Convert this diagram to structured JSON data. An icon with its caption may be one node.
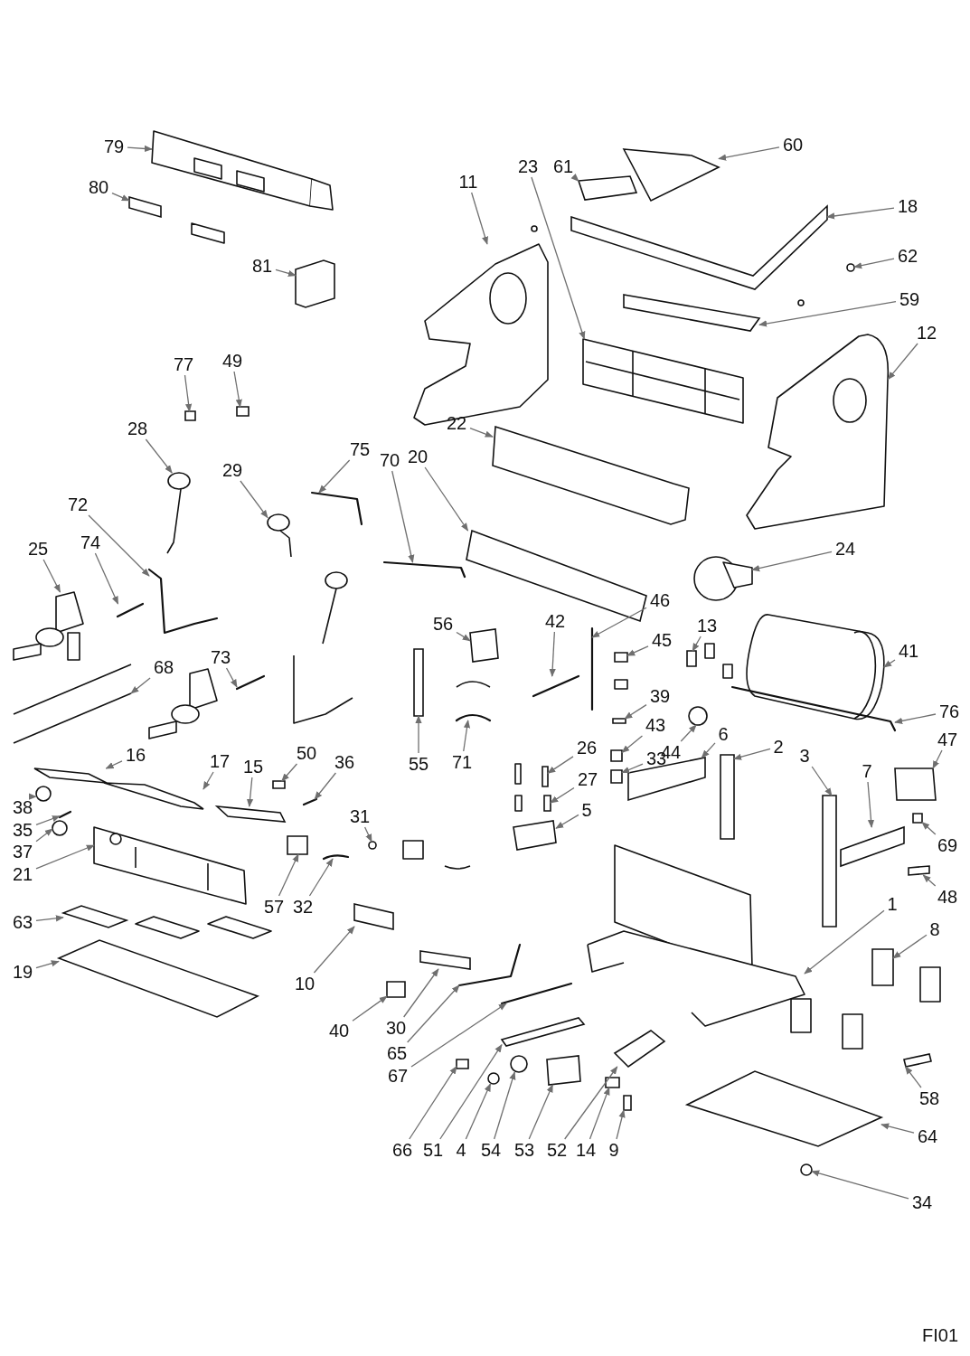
{
  "diagram": {
    "nodes": [
      {
        "text": [
          "79"
        ]
      },
      {
        "text": [
          "60"
        ]
      },
      {
        "text": [
          "23"
        ]
      },
      {
        "text": [
          "61"
        ]
      },
      {
        "text": [
          "11"
        ]
      },
      {
        "text": [
          "80"
        ]
      },
      {
        "text": [
          "18"
        ]
      },
      {
        "text": [
          "62"
        ]
      },
      {
        "text": [
          "81"
        ]
      },
      {
        "text": [
          "59"
        ]
      },
      {
        "text": [
          "12"
        ]
      },
      {
        "text": [
          "49"
        ]
      },
      {
        "text": [
          "77"
        ]
      },
      {
        "text": [
          "28"
        ]
      },
      {
        "text": [
          "22"
        ]
      },
      {
        "text": [
          "75"
        ]
      },
      {
        "text": [
          "20"
        ]
      },
      {
        "text": [
          "70"
        ]
      },
      {
        "text": [
          "29"
        ]
      },
      {
        "text": [
          "72"
        ]
      },
      {
        "text": [
          "25"
        ]
      },
      {
        "text": [
          "74"
        ]
      },
      {
        "text": [
          "24"
        ]
      },
      {
        "text": [
          "56"
        ]
      },
      {
        "text": [
          "13"
        ]
      },
      {
        "text": [
          "46"
        ]
      },
      {
        "text": [
          "42"
        ]
      },
      {
        "text": [
          "45"
        ]
      },
      {
        "text": [
          "41"
        ]
      },
      {
        "text": [
          "73"
        ]
      },
      {
        "text": [
          "68"
        ]
      },
      {
        "text": [
          "39"
        ]
      },
      {
        "text": [
          "76"
        ]
      },
      {
        "text": [
          "43"
        ]
      },
      {
        "text": [
          "16"
        ]
      },
      {
        "text": [
          "6"
        ]
      },
      {
        "text": [
          "2"
        ]
      },
      {
        "text": [
          "47"
        ]
      },
      {
        "text": [
          "44"
        ]
      },
      {
        "text": [
          "3"
        ]
      },
      {
        "text": [
          "26"
        ]
      },
      {
        "text": [
          "50"
        ]
      },
      {
        "text": [
          "33"
        ]
      },
      {
        "text": [
          "17"
        ]
      },
      {
        "text": [
          "36"
        ]
      },
      {
        "text": [
          "71"
        ]
      },
      {
        "text": [
          "55"
        ]
      },
      {
        "text": [
          "15"
        ]
      },
      {
        "text": [
          "7"
        ]
      },
      {
        "text": [
          "27"
        ]
      },
      {
        "text": [
          "38"
        ]
      },
      {
        "text": [
          "5"
        ]
      },
      {
        "text": [
          "31"
        ]
      },
      {
        "text": [
          "35"
        ]
      },
      {
        "text": [
          "69"
        ]
      },
      {
        "text": [
          "37"
        ]
      },
      {
        "text": [
          "21"
        ]
      },
      {
        "text": [
          "48"
        ]
      },
      {
        "text": [
          "1"
        ]
      },
      {
        "text": [
          "57"
        ]
      },
      {
        "text": [
          "32"
        ]
      },
      {
        "text": [
          "63"
        ]
      },
      {
        "text": [
          "8"
        ]
      },
      {
        "text": [
          "19"
        ]
      },
      {
        "text": [
          "10"
        ]
      },
      {
        "text": [
          "30"
        ]
      },
      {
        "text": [
          "40"
        ]
      },
      {
        "text": [
          "65"
        ]
      },
      {
        "text": [
          "67"
        ]
      },
      {
        "text": [
          "58"
        ]
      },
      {
        "text": [
          "64"
        ]
      },
      {
        "text": [
          "66"
        ]
      },
      {
        "text": [
          "51"
        ]
      },
      {
        "text": [
          "4"
        ]
      },
      {
        "text": [
          "54"
        ]
      },
      {
        "text": [
          "53"
        ]
      },
      {
        "text": [
          "52"
        ]
      },
      {
        "text": [
          "14"
        ]
      },
      {
        "text": [
          "9"
        ]
      },
      {
        "text": [
          "34"
        ]
      },
      {
        "text": [],
        "shape": "picture"
      },
      {
        "text": [],
        "shape": "box"
      },
      {
        "text": [],
        "shape": "picture"
      },
      {
        "text": [],
        "shape": "box"
      },
      {
        "text": [],
        "shape": "picture"
      },
      {
        "text": [],
        "shape": "box"
      },
      {
        "text": [],
        "shape": "box"
      },
      {
        "text": [],
        "shape": "circle"
      },
      {
        "text": [],
        "shape": "box"
      },
      {
        "text": [],
        "shape": "box"
      },
      {
        "text": [],
        "shape": "picture"
      },
      {
        "text": [],
        "shape": "box"
      },
      {
        "text": [],
        "shape": "box"
      },
      {
        "text": [],
        "shape": "picture"
      },
      {
        "text": [],
        "shape": "box"
      },
      {
        "text": [],
        "shape": "bar"
      },
      {
        "text": [],
        "shape": "box"
      },
      {
        "text": [],
        "shape": "bar"
      },
      {
        "text": [],
        "shape": "picture"
      },
      {
        "text": [],
        "shape": "bar"
      },
      {
        "text": [],
        "shape": "picture"
      },
      {
        "text": [],
        "shape": "bar"
      },
      {
        "text": [],
        "shape": "picture"
      },
      {
        "text": [],
        "shape": "box"
      },
      {
        "text": [],
        "shape": "box"
      },
      {
        "text": [],
        "shape": "bar"
      },
      {
        "text": [],
        "shape": "bar"
      },
      {
        "text": [],
        "shape": "box"
      },
      {
        "text": [],
        "shape": "picture"
      },
      {
        "text": [],
        "shape": "bar"
      },
      {
        "text": [],
        "shape": "picture"
      },
      {
        "text": [],
        "shape": "box"
      },
      {
        "text": [],
        "shape": "bar"
      },
      {
        "text": [],
        "shape": "box"
      },
      {
        "text": [],
        "shape": "box"
      },
      {
        "text": [],
        "shape": "box"
      },
      {
        "text": [],
        "shape": "box"
      },
      {
        "text": [],
        "shape": "box"
      },
      {
        "text": [],
        "shape": "circle"
      },
      {
        "text": [],
        "shape": "box"
      },
      {
        "text": [],
        "shape": "box"
      },
      {
        "text": [],
        "shape": "box"
      },
      {
        "text": [],
        "shape": "box"
      },
      {
        "text": [],
        "shape": "box"
      },
      {
        "text": [],
        "shape": "bar"
      },
      {
        "text": [],
        "shape": "bar"
      },
      {
        "text": [],
        "shape": "box"
      },
      {
        "text": [],
        "shape": "box"
      },
      {
        "text": [],
        "shape": "box"
      },
      {
        "text": [],
        "shape": "box"
      },
      {
        "text": [],
        "shape": "circle"
      },
      {
        "text": [],
        "shape": "box"
      },
      {
        "text": [],
        "shape": "circle"
      },
      {
        "text": [],
        "shape": "bar"
      },
      {
        "text": [],
        "shape": "box"
      },
      {
        "text": [],
        "shape": "circle"
      },
      {
        "text": [],
        "shape": "picture"
      },
      {
        "text": [],
        "shape": "box"
      },
      {
        "text": [],
        "shape": "picture"
      },
      {
        "text": [],
        "shape": "box"
      },
      {
        "text": [],
        "shape": "bar"
      },
      {
        "text": [],
        "shape": "box"
      },
      {
        "text": [],
        "shape": "box"
      },
      {
        "text": [],
        "shape": "box"
      },
      {
        "text": [],
        "shape": "box"
      },
      {
        "text": [],
        "shape": "box"
      },
      {
        "text": [],
        "shape": "box"
      },
      {
        "text": [],
        "shape": "bar"
      },
      {
        "text": [],
        "shape": "bar"
      },
      {
        "text": [],
        "shape": "box"
      },
      {
        "text": [],
        "shape": "box"
      },
      {
        "text": [],
        "shape": "box"
      },
      {
        "text": [],
        "shape": "box"
      },
      {
        "text": [],
        "shape": "circle"
      },
      {
        "text": [],
        "shape": "circle"
      },
      {
        "text": [],
        "shape": "box"
      },
      {
        "text": [],
        "shape": "box"
      },
      {
        "text": [],
        "shape": "box"
      },
      {
        "text": [],
        "shape": "box"
      },
      {
        "text": [],
        "shape": "circle"
      }
    ],
    "edges": [
      {
        "from": 0,
        "to": 80,
        "arrow": "to"
      },
      {
        "from": 1,
        "to": 81,
        "arrow": "to"
      },
      {
        "from": 2,
        "to": 82,
        "arrow": "to"
      },
      {
        "from": 3,
        "to": 83,
        "arrow": "to"
      },
      {
        "from": 4,
        "to": 84,
        "arrow": "to"
      },
      {
        "from": 5,
        "to": 85,
        "arrow": "to"
      },
      {
        "from": 6,
        "to": 86,
        "arrow": "to"
      },
      {
        "from": 7,
        "to": 87,
        "arrow": "to"
      },
      {
        "from": 8,
        "to": 88,
        "arrow": "to"
      },
      {
        "from": 9,
        "to": 89,
        "arrow": "to"
      },
      {
        "from": 10,
        "to": 90,
        "arrow": "to"
      },
      {
        "from": 11,
        "to": 91,
        "arrow": "to"
      },
      {
        "from": 12,
        "to": 92,
        "arrow": "to"
      },
      {
        "from": 13,
        "to": 93,
        "arrow": "to"
      },
      {
        "from": 14,
        "to": 94,
        "arrow": "to"
      },
      {
        "from": 15,
        "to": 95,
        "arrow": "to"
      },
      {
        "from": 16,
        "to": 96,
        "arrow": "to"
      },
      {
        "from": 17,
        "to": 97,
        "arrow": "to"
      },
      {
        "from": 18,
        "to": 98,
        "arrow": "to"
      },
      {
        "from": 19,
        "to": 99,
        "arrow": "to"
      },
      {
        "from": 20,
        "to": 100,
        "arrow": "to"
      },
      {
        "from": 21,
        "to": 101,
        "arrow": "to"
      },
      {
        "from": 22,
        "to": 102,
        "arrow": "to"
      },
      {
        "from": 23,
        "to": 103,
        "arrow": "to"
      },
      {
        "from": 24,
        "to": 104,
        "arrow": "to"
      },
      {
        "from": 25,
        "to": 105,
        "arrow": "to"
      },
      {
        "from": 26,
        "to": 106,
        "arrow": "to"
      },
      {
        "from": 27,
        "to": 107,
        "arrow": "to"
      },
      {
        "from": 28,
        "to": 108,
        "arrow": "to"
      },
      {
        "from": 29,
        "to": 109,
        "arrow": "to"
      },
      {
        "from": 30,
        "to": 110,
        "arrow": "to"
      },
      {
        "from": 31,
        "to": 111,
        "arrow": "to"
      },
      {
        "from": 32,
        "to": 112,
        "arrow": "to"
      },
      {
        "from": 33,
        "to": 113,
        "arrow": "to"
      },
      {
        "from": 34,
        "to": 114,
        "arrow": "to"
      },
      {
        "from": 35,
        "to": 115,
        "arrow": "to"
      },
      {
        "from": 36,
        "to": 116,
        "arrow": "to"
      },
      {
        "from": 37,
        "to": 117,
        "arrow": "to"
      },
      {
        "from": 38,
        "to": 118,
        "arrow": "to"
      },
      {
        "from": 39,
        "to": 119,
        "arrow": "to"
      },
      {
        "from": 40,
        "to": 120,
        "arrow": "to"
      },
      {
        "from": 41,
        "to": 121,
        "arrow": "to"
      },
      {
        "from": 42,
        "to": 122,
        "arrow": "to"
      },
      {
        "from": 43,
        "to": 123,
        "arrow": "to"
      },
      {
        "from": 44,
        "to": 124,
        "arrow": "to"
      },
      {
        "from": 45,
        "to": 125,
        "arrow": "to"
      },
      {
        "from": 46,
        "to": 126,
        "arrow": "to"
      },
      {
        "from": 47,
        "to": 127,
        "arrow": "to"
      },
      {
        "from": 48,
        "to": 128,
        "arrow": "to"
      },
      {
        "from": 49,
        "to": 129,
        "arrow": "to"
      },
      {
        "from": 50,
        "to": 130,
        "arrow": "to"
      },
      {
        "from": 51,
        "to": 131,
        "arrow": "to"
      },
      {
        "from": 52,
        "to": 132,
        "arrow": "to"
      },
      {
        "from": 53,
        "to": 133,
        "arrow": "to"
      },
      {
        "from": 54,
        "to": 134,
        "arrow": "to"
      },
      {
        "from": 55,
        "to": 135,
        "arrow": "to"
      },
      {
        "from": 56,
        "to": 136,
        "arrow": "to"
      },
      {
        "from": 57,
        "to": 137,
        "arrow": "to"
      },
      {
        "from": 58,
        "to": 138,
        "arrow": "to"
      },
      {
        "from": 59,
        "to": 139,
        "arrow": "to"
      },
      {
        "from": 60,
        "to": 140,
        "arrow": "to"
      },
      {
        "from": 61,
        "to": 141,
        "arrow": "to"
      },
      {
        "from": 62,
        "to": 142,
        "arrow": "to"
      },
      {
        "from": 63,
        "to": 143,
        "arrow": "to"
      },
      {
        "from": 64,
        "to": 144,
        "arrow": "to"
      },
      {
        "from": 65,
        "to": 145,
        "arrow": "to"
      },
      {
        "from": 66,
        "to": 146,
        "arrow": "to"
      },
      {
        "from": 67,
        "to": 147,
        "arrow": "to"
      },
      {
        "from": 68,
        "to": 148,
        "arrow": "to"
      },
      {
        "from": 69,
        "to": 149,
        "arrow": "to"
      },
      {
        "from": 70,
        "to": 150,
        "arrow": "to"
      },
      {
        "from": 71,
        "to": 151,
        "arrow": "to"
      },
      {
        "from": 72,
        "to": 152,
        "arrow": "to"
      },
      {
        "from": 73,
        "to": 153,
        "arrow": "to"
      },
      {
        "from": 74,
        "to": 154,
        "arrow": "to"
      },
      {
        "from": 75,
        "to": 155,
        "arrow": "to"
      },
      {
        "from": 76,
        "to": 156,
        "arrow": "to"
      },
      {
        "from": 77,
        "to": 157,
        "arrow": "to"
      },
      {
        "from": 78,
        "to": 158,
        "arrow": "to"
      },
      {
        "from": 79,
        "to": 159,
        "arrow": "to"
      }
    ],
    "labels": [
      "FI01"
    ]
  }
}
